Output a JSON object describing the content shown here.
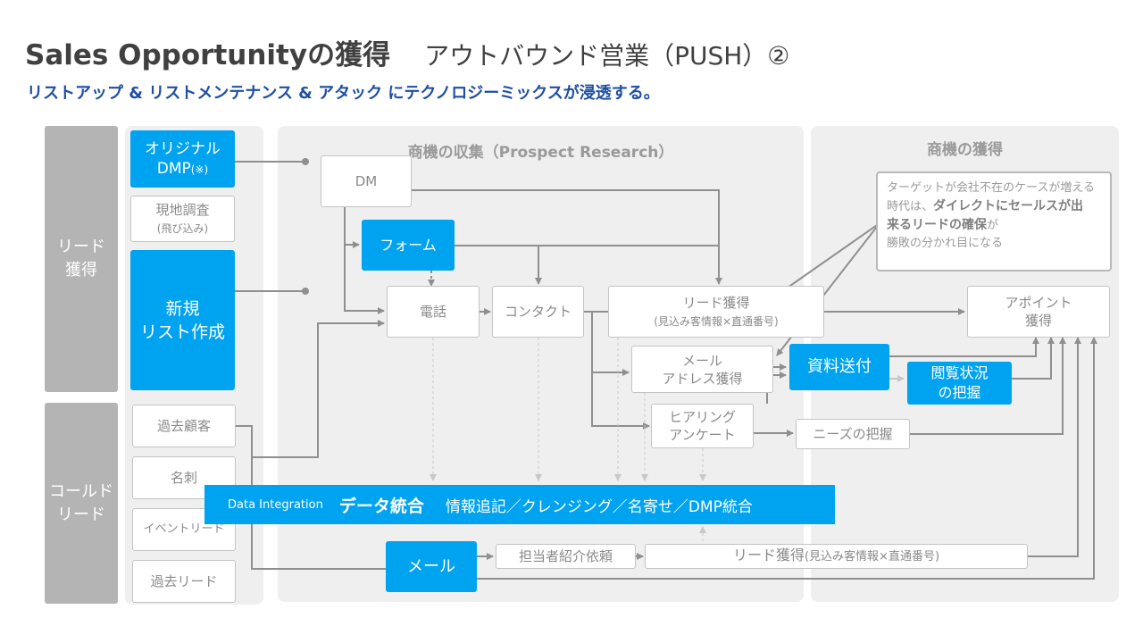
{
  "header": {
    "title_main": "Sales Opportunityの獲得",
    "title_sub": "アウトバウンド営業（PUSH）②",
    "subtitle": "リストアップ & リストメンテナンス & アタック にテクノロジーミックスが浸透する。"
  },
  "sections": {
    "collection": "商機の収集（Prospect Research）",
    "acquisition": "商機の獲得"
  },
  "left": {
    "lead_label": "リード\n獲得",
    "cold_label": "コールド\nリード",
    "original_dmp_1": "オリジナル",
    "original_dmp_2": "DMP",
    "original_dmp_mark": "(※)",
    "field_survey_1": "現地調査",
    "field_survey_2": "(飛び込み)",
    "new_list": "新規\nリスト作成",
    "past_customers": "過去顧客",
    "business_cards": "名刺",
    "event_leads": "イベントリード",
    "past_leads": "過去リード"
  },
  "flow": {
    "dm": "DM",
    "form": "フォーム",
    "phone": "電話",
    "contact": "コンタクト",
    "lead_get_1": "リード獲得",
    "lead_get_2": "(見込み客情報×直通番号)",
    "mail_address": "メール\nアドレス獲得",
    "hearing": "ヒアリング\nアンケート",
    "materials": "資料送付",
    "browsing": "閲覧状況\nの把握",
    "needs": "ニーズの把握",
    "appointment": "アポイント\n獲得",
    "mail": "メール",
    "referral": "担当者紹介依頼",
    "lead_get_bottom_1": "リード獲得",
    "lead_get_bottom_2": "(見込み客情報×直通番号)"
  },
  "note": {
    "line1": "ターゲットが会社不在のケースが増える",
    "line2a": "時代は、",
    "line2b": "ダイレクトにセールスが出",
    "line3a": "来るリードの確保",
    "line3b": "が",
    "line4": "勝敗の分かれ目になる"
  },
  "integration": {
    "en": "Data Integration",
    "jp": "データ統合",
    "desc": "情報追記／クレンジング／名寄せ／DMP統合"
  },
  "colors": {
    "accent": "#00a3ef",
    "subtitle": "#1f4ea1",
    "side": "#b4b4b4",
    "panel": "#efefef",
    "arrow": "#8f8f8f"
  }
}
